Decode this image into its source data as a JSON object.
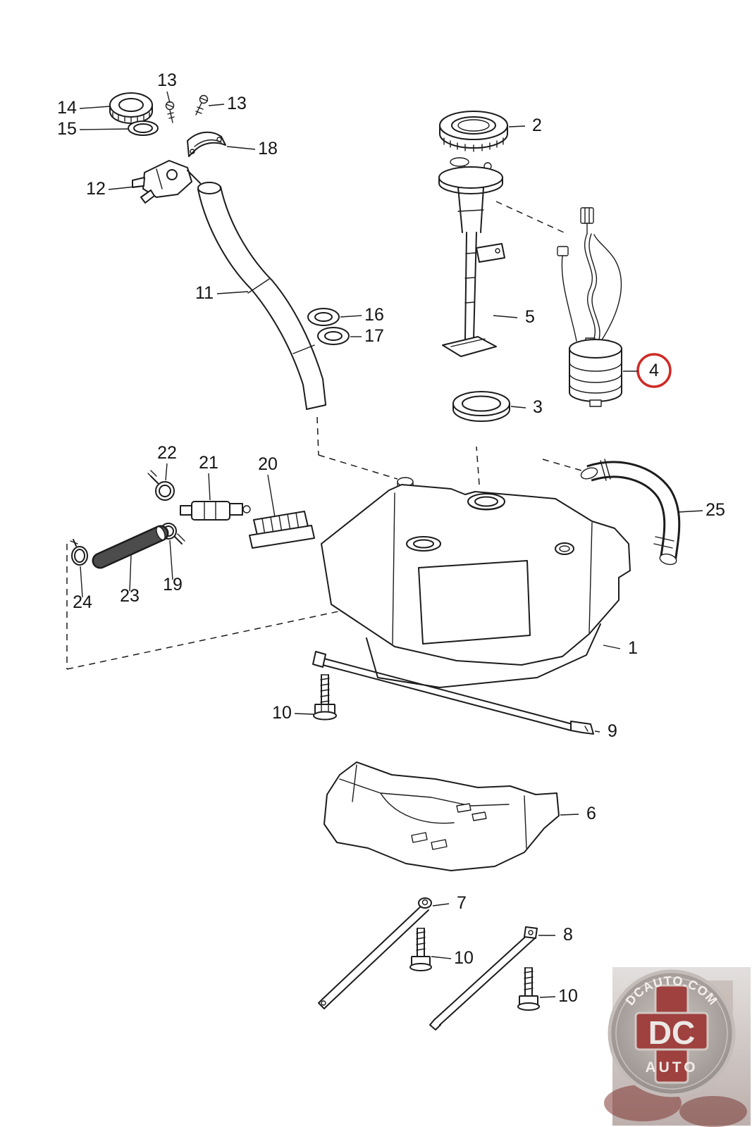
{
  "diagram": {
    "background": "#ffffff",
    "line_color": "#1c1c1c",
    "highlight_color": "#cf2b25"
  },
  "labels": [
    {
      "text": "13"
    },
    {
      "text": "14"
    },
    {
      "text": "13"
    },
    {
      "text": "15"
    },
    {
      "text": "18"
    },
    {
      "text": "12"
    },
    {
      "text": "2"
    },
    {
      "text": "11"
    },
    {
      "text": "16"
    },
    {
      "text": "17"
    },
    {
      "text": "5"
    },
    {
      "text": "4"
    },
    {
      "text": "3"
    },
    {
      "text": "22"
    },
    {
      "text": "21"
    },
    {
      "text": "20"
    },
    {
      "text": "25"
    },
    {
      "text": "24"
    },
    {
      "text": "23"
    },
    {
      "text": "19"
    },
    {
      "text": "1"
    },
    {
      "text": "10"
    },
    {
      "text": "9"
    },
    {
      "text": "6"
    },
    {
      "text": "7"
    },
    {
      "text": "10"
    },
    {
      "text": "8"
    },
    {
      "text": "10"
    }
  ],
  "watermark": {
    "site": "DCAUTO.COM",
    "initials": "DC",
    "name": "AUTO",
    "cross_color": "#9c3a38"
  }
}
